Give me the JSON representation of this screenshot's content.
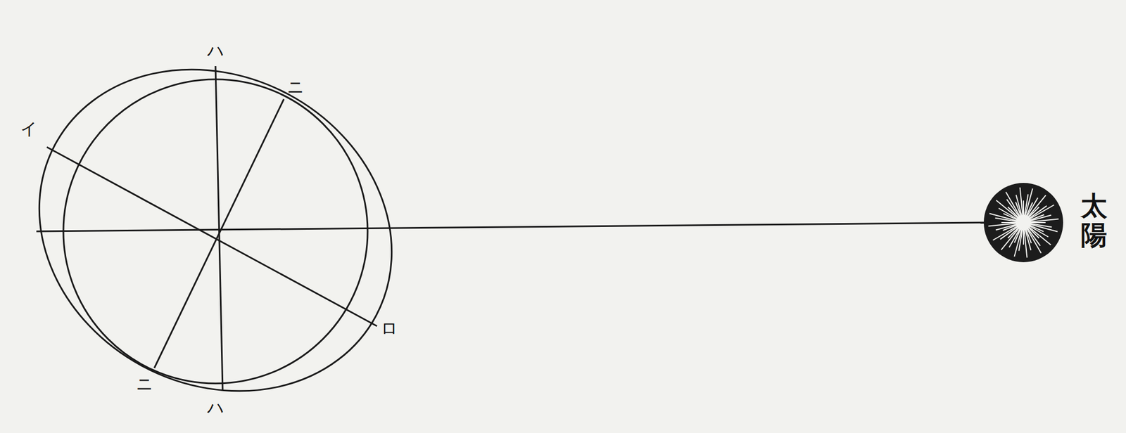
{
  "diagram": {
    "labels": [
      "イ",
      "ハ",
      "ニ",
      "ニ",
      "ハ",
      "ロ",
      "太陽"
    ]
  }
}
